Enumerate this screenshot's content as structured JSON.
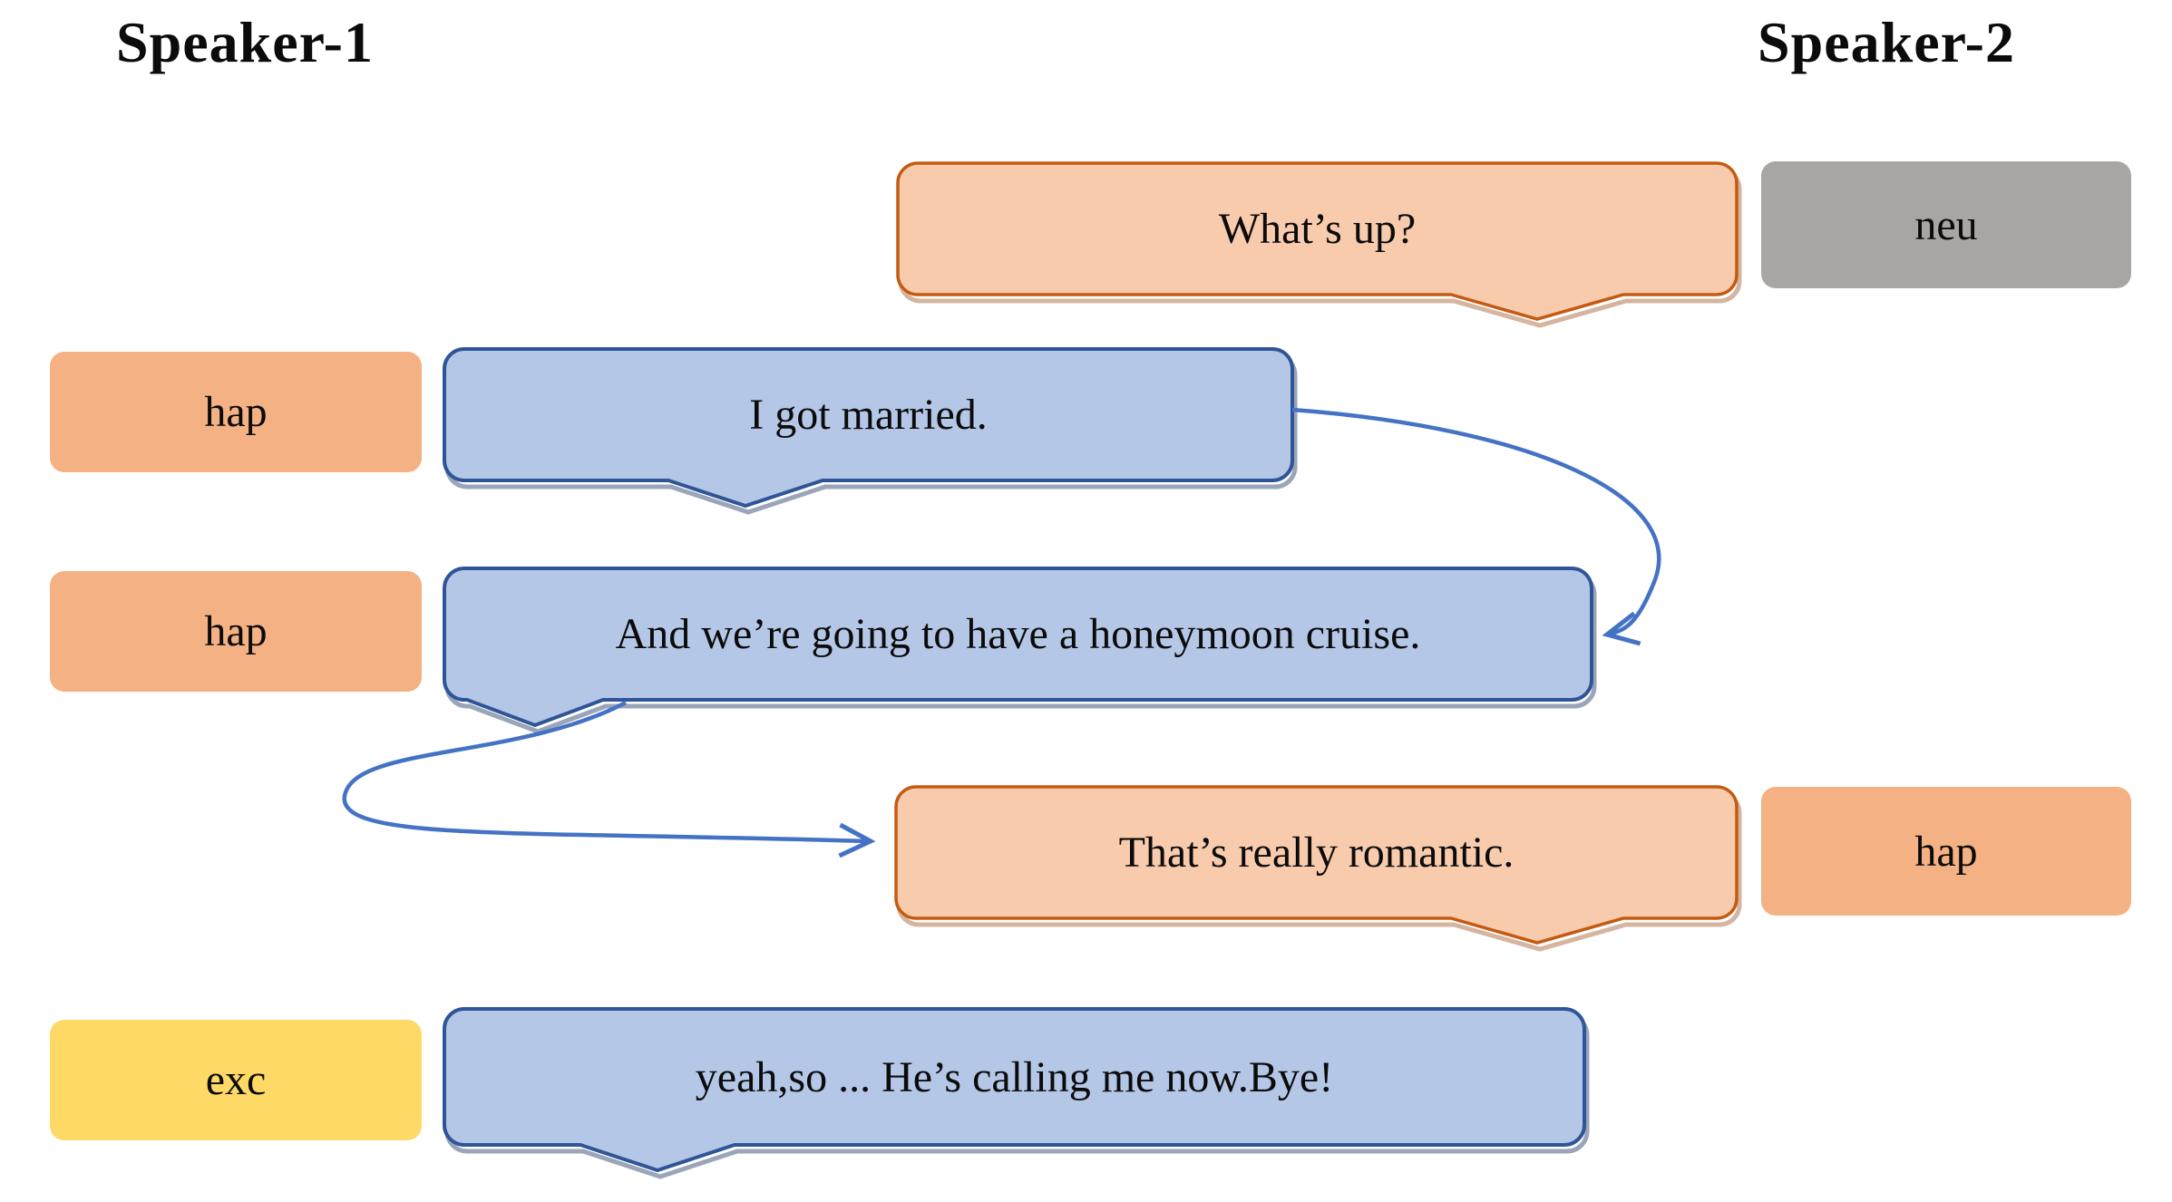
{
  "speakers": {
    "speaker1": "Speaker-1",
    "speaker2": "Speaker-2"
  },
  "messages": [
    {
      "speaker": "Speaker-2",
      "text": "What’s up?",
      "emotion": "neu"
    },
    {
      "speaker": "Speaker-1",
      "text": "I got married.",
      "emotion": "hap"
    },
    {
      "speaker": "Speaker-1",
      "text": "And we’re going to have a honeymoon cruise.",
      "emotion": "hap"
    },
    {
      "speaker": "Speaker-2",
      "text": "That’s really romantic.",
      "emotion": "hap"
    },
    {
      "speaker": "Speaker-1",
      "text": "yeah,so ... He’s calling me now.Bye!",
      "emotion": "exc"
    }
  ],
  "colors": {
    "speaker1_bubble_fill": "#B4C7E7",
    "speaker1_bubble_border": "#2F5597",
    "speaker2_bubble_fill": "#F8CBAD",
    "speaker2_bubble_border": "#C55A11",
    "emotion_hap": "#F4B183",
    "emotion_exc": "#FFD966",
    "emotion_neu": "#A9A5A2",
    "arrow": "#4472C4",
    "text": "#0B0B0B"
  }
}
